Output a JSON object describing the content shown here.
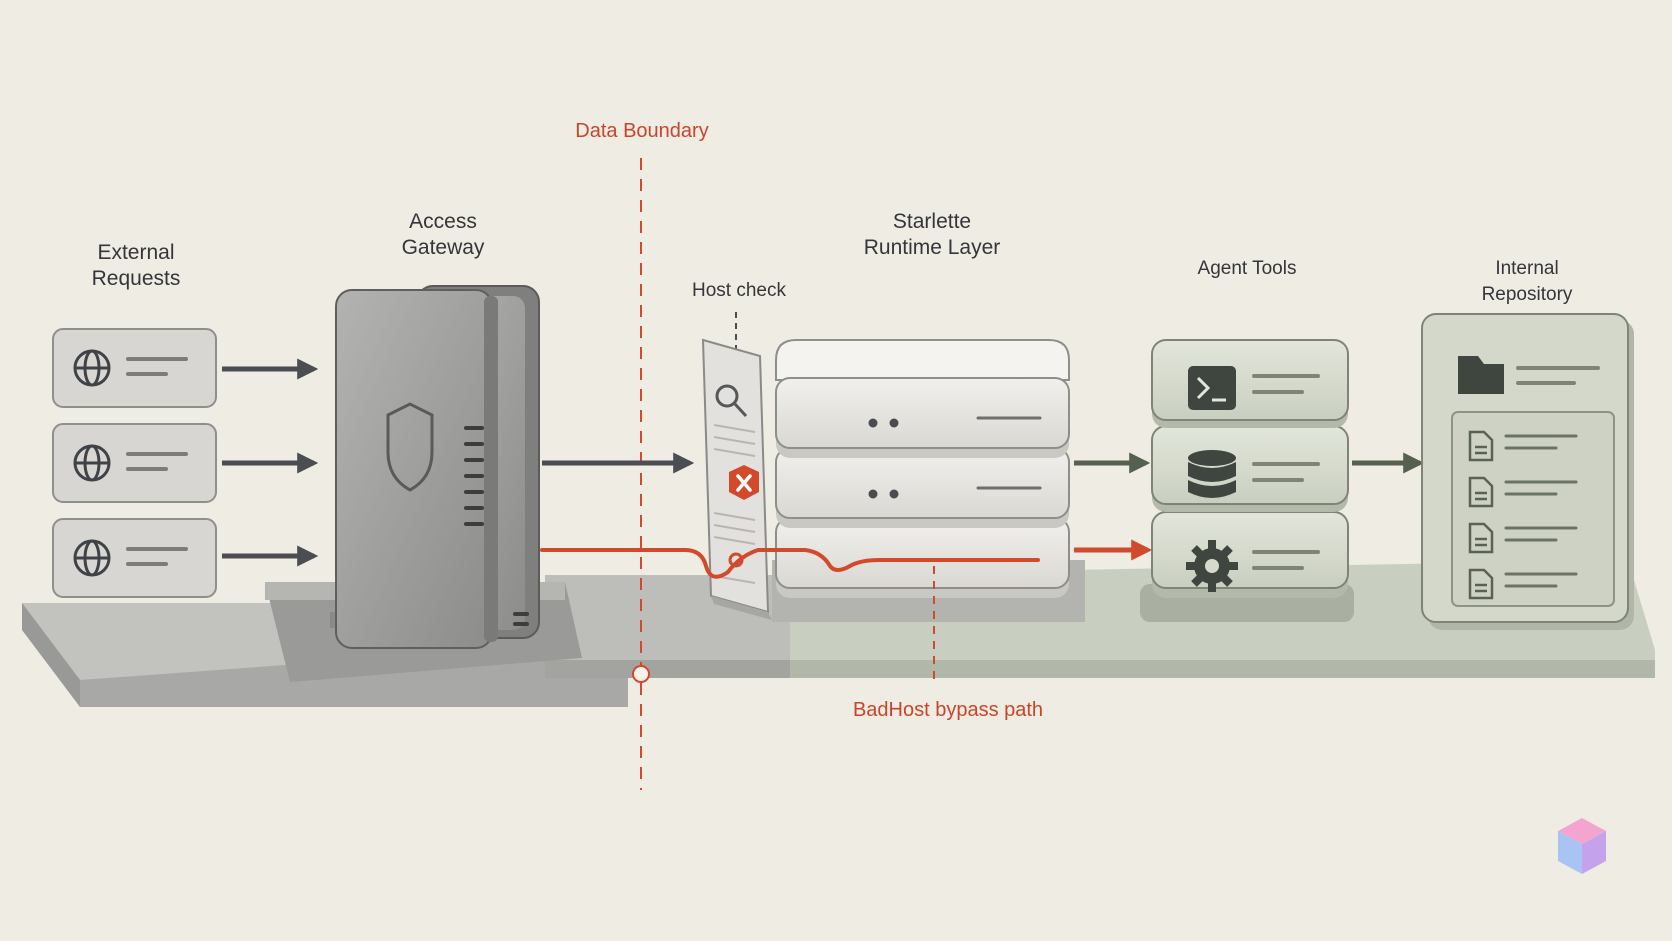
{
  "labels": {
    "external_requests": "External\nRequests",
    "access_gateway": "Access\nGateway",
    "data_boundary": "Data Boundary",
    "host_check": "Host check",
    "runtime_layer": "Starlette\nRuntime Layer",
    "agent_tools": "Agent Tools",
    "internal_repository": "Internal Repository",
    "bypass_path": "BadHost bypass path"
  },
  "icons": {
    "request_cards": [
      "globe-icon",
      "globe-icon",
      "globe-icon"
    ],
    "gateway": "shield-icon",
    "host_check": [
      "magnifier-icon",
      "blocked-x-icon"
    ],
    "agent_tools": [
      "terminal-icon",
      "database-icon",
      "gear-icon"
    ],
    "repository": [
      "folder-icon",
      "document-icon"
    ],
    "watermark": "cube-logo-icon"
  },
  "colors": {
    "background": "#efece4",
    "accent_red": "#d24a2c",
    "arrow_gray": "#4a4d51",
    "arrow_green": "#55604f",
    "internal_zone": "#c9cfc0"
  }
}
